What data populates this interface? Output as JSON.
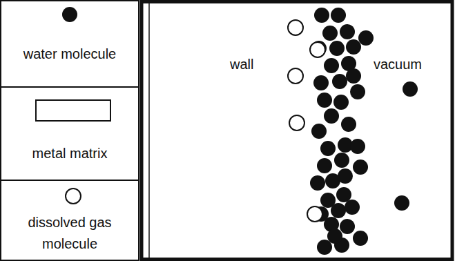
{
  "diagram": {
    "labels": [
      "wall",
      "vacuum"
    ],
    "legend": [
      {
        "text": "water molecule"
      },
      {
        "text": "metal matrix"
      },
      {
        "text": "dissolved gas molecule"
      }
    ]
  }
}
